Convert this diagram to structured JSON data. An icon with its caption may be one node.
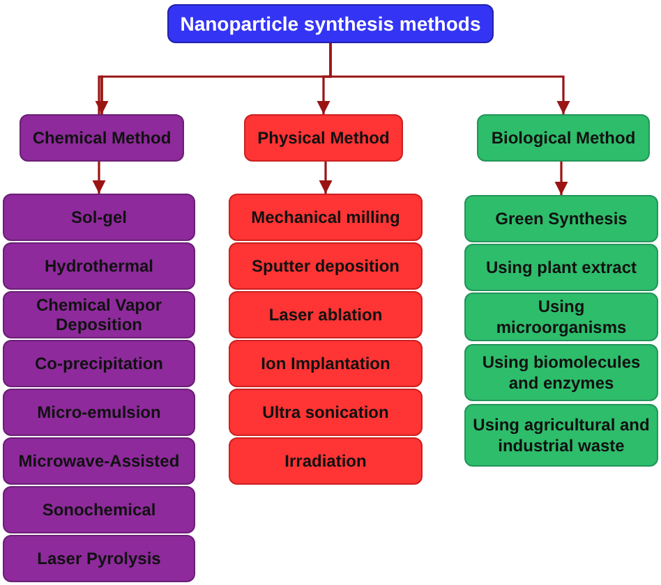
{
  "diagram": {
    "nodes": [
      {
        "text": [
          "Nanoparticle synthesis methods"
        ]
      },
      {
        "text": [
          "Chemical Method"
        ]
      },
      {
        "text": [
          "Physical Method"
        ]
      },
      {
        "text": [
          "Biological Method"
        ]
      },
      {
        "text": [
          "Sol-gel"
        ]
      },
      {
        "text": [
          "Hydrothermal"
        ]
      },
      {
        "text": [
          "Chemical Vapor Deposition"
        ]
      },
      {
        "text": [
          "Co-precipitation"
        ]
      },
      {
        "text": [
          "Micro-emulsion"
        ]
      },
      {
        "text": [
          "Microwave-Assisted"
        ]
      },
      {
        "text": [
          "Sonochemical"
        ]
      },
      {
        "text": [
          "Laser Pyrolysis"
        ]
      },
      {
        "text": [
          "Mechanical milling"
        ]
      },
      {
        "text": [
          "Sputter deposition"
        ]
      },
      {
        "text": [
          "Laser ablation"
        ]
      },
      {
        "text": [
          "Ion Implantation"
        ]
      },
      {
        "text": [
          "Ultra sonication"
        ]
      },
      {
        "text": [
          "Irradiation"
        ]
      },
      {
        "text": [
          "Green Synthesis"
        ]
      },
      {
        "text": [
          "Using plant extract"
        ]
      },
      {
        "text": [
          "Using microorganisms"
        ]
      },
      {
        "text": [
          "Using biomolecules and enzymes"
        ]
      },
      {
        "text": [
          "Using agricultural and industrial waste"
        ]
      }
    ],
    "edges": [
      {
        "from": 0,
        "to": 1,
        "arrow": "to"
      },
      {
        "from": 0,
        "to": 2,
        "arrow": "to"
      },
      {
        "from": 0,
        "to": 3,
        "arrow": "to"
      },
      {
        "from": 1,
        "to": 4,
        "arrow": "to"
      },
      {
        "from": 2,
        "to": 12,
        "arrow": "to"
      },
      {
        "from": 3,
        "to": 18,
        "arrow": "to"
      }
    ]
  }
}
